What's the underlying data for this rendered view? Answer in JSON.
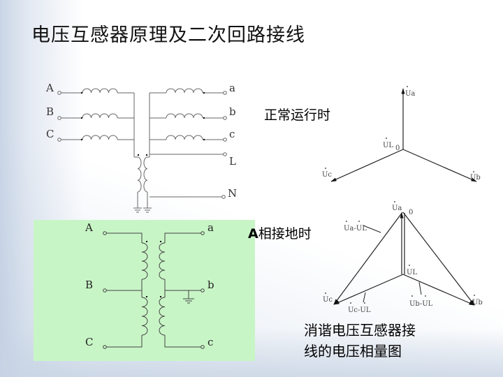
{
  "title": "电压互感器原理及二次回路接线",
  "captions": {
    "normal": "正常运行时",
    "fault_prefix": "A",
    "fault_rest": "相接地时",
    "figure_line1": "消谐电压互感器接",
    "figure_line2": "线的电压相量图"
  },
  "top_circuit": {
    "primary_terminals": [
      "A",
      "B",
      "C"
    ],
    "secondary_terminals": [
      "a",
      "b",
      "c",
      "L",
      "N"
    ]
  },
  "green_circuit": {
    "primary_terminals": [
      "A",
      "B",
      "C"
    ],
    "secondary_terminals": [
      "a",
      "b",
      "c"
    ]
  },
  "phasor_normal": {
    "labels": {
      "ua": "Ua",
      "ub": "Ub",
      "uc": "Uc",
      "ul": "UL",
      "origin": "0"
    }
  },
  "phasor_fault": {
    "labels": {
      "ua": "Ua",
      "ub": "Ub",
      "uc": "Uc",
      "ul": "UL",
      "origin": "0",
      "ua_ul": "Ua-UL",
      "ub_ul": "Ub-UL",
      "uc_ul": "Uc-UL"
    }
  },
  "colors": {
    "panel_green": "#c8f5c6",
    "line": "#555555"
  }
}
